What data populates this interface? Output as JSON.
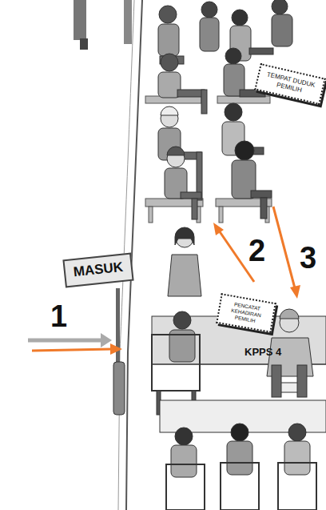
{
  "diagram": {
    "nodes": [
      {
        "text": [
          "TEMPAT DUDUK PEMILIH"
        ]
      },
      {
        "text": [
          "MASUK"
        ]
      },
      {
        "text": [
          "PENCATAT KEHADIRAN PEMILIH"
        ]
      }
    ],
    "labels": [
      "1",
      "2",
      "3",
      "KPPS 4"
    ]
  }
}
